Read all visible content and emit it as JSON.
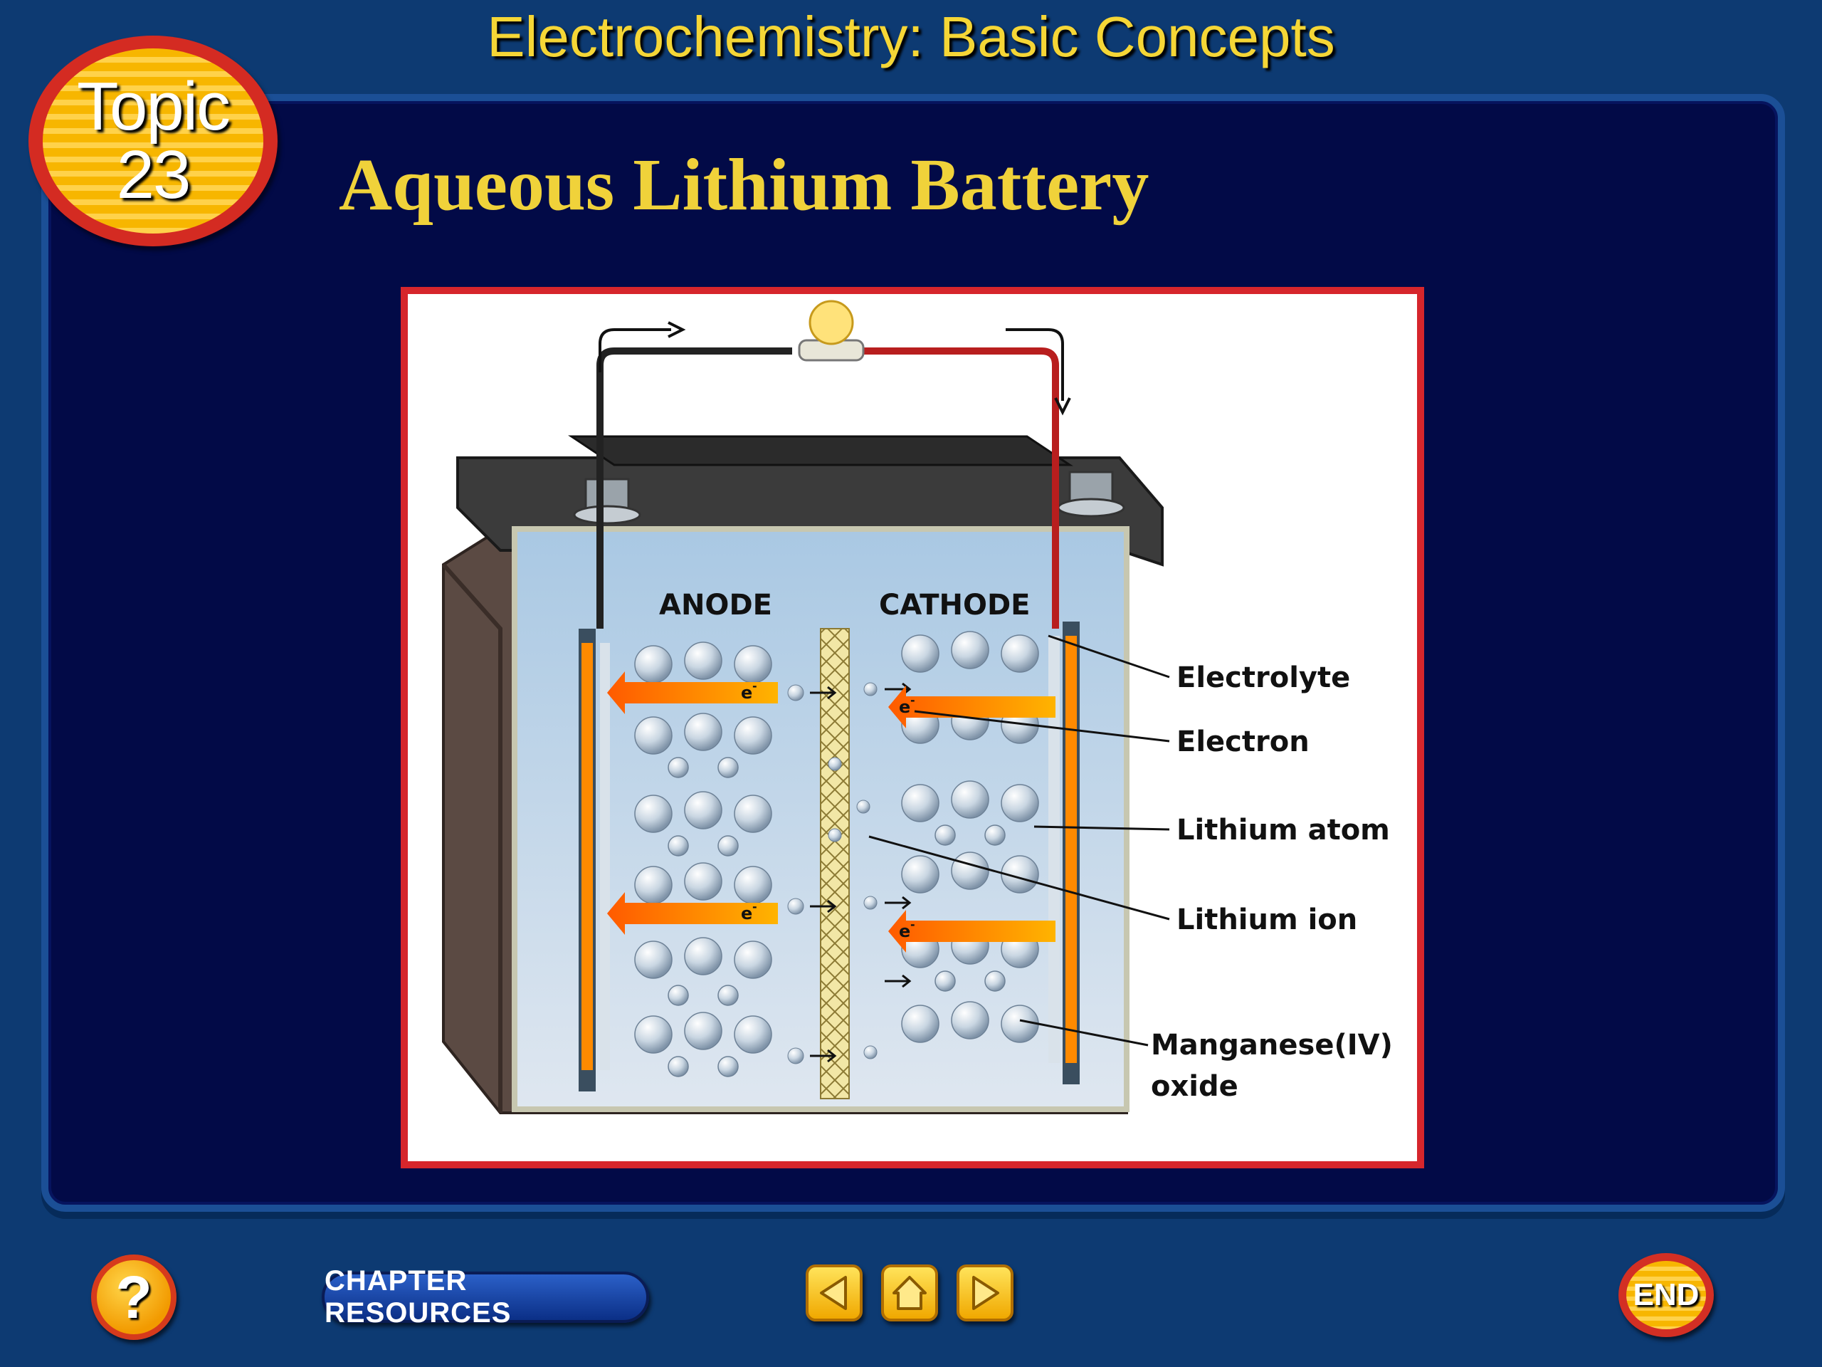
{
  "header": {
    "title": "Electrochemistry: Basic Concepts"
  },
  "topic_badge": {
    "line1": "Topic",
    "line2": "23"
  },
  "slide": {
    "title": "Aqueous Lithium Battery"
  },
  "diagram": {
    "anode_label": "ANODE",
    "cathode_label": "CATHODE",
    "electron_symbol": "e",
    "electron_charge": "-",
    "callouts": {
      "electrolyte": "Electrolyte",
      "electron": "Electron",
      "lithium_atom": "Lithium atom",
      "lithium_ion": "Lithium ion",
      "manganese_line1": "Manganese(IV)",
      "manganese_line2": "oxide"
    }
  },
  "bottom_bar": {
    "help_label": "?",
    "chapter_resources_label": "CHAPTER RESOURCES",
    "end_label": "END",
    "icons": [
      "back-arrow-icon",
      "home-icon",
      "forward-arrow-icon"
    ]
  },
  "colors": {
    "background": "#0d3a72",
    "panel": "#020a47",
    "title_yellow": "#f0d23a",
    "frame_red": "#d6262c"
  }
}
